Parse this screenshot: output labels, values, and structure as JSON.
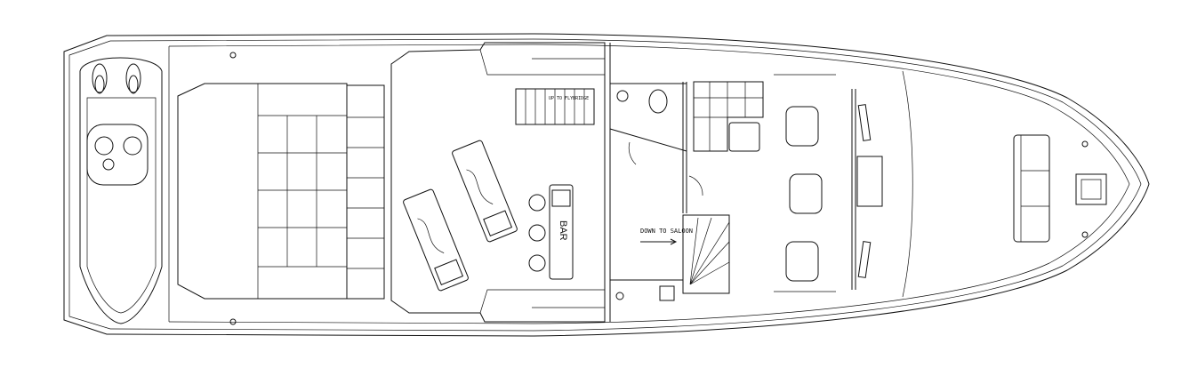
{
  "labels": {
    "stairs_up": "UP TO FLYBRIDGE",
    "stairs_down": "DOWN TO SALOON",
    "bar": "BAR"
  }
}
